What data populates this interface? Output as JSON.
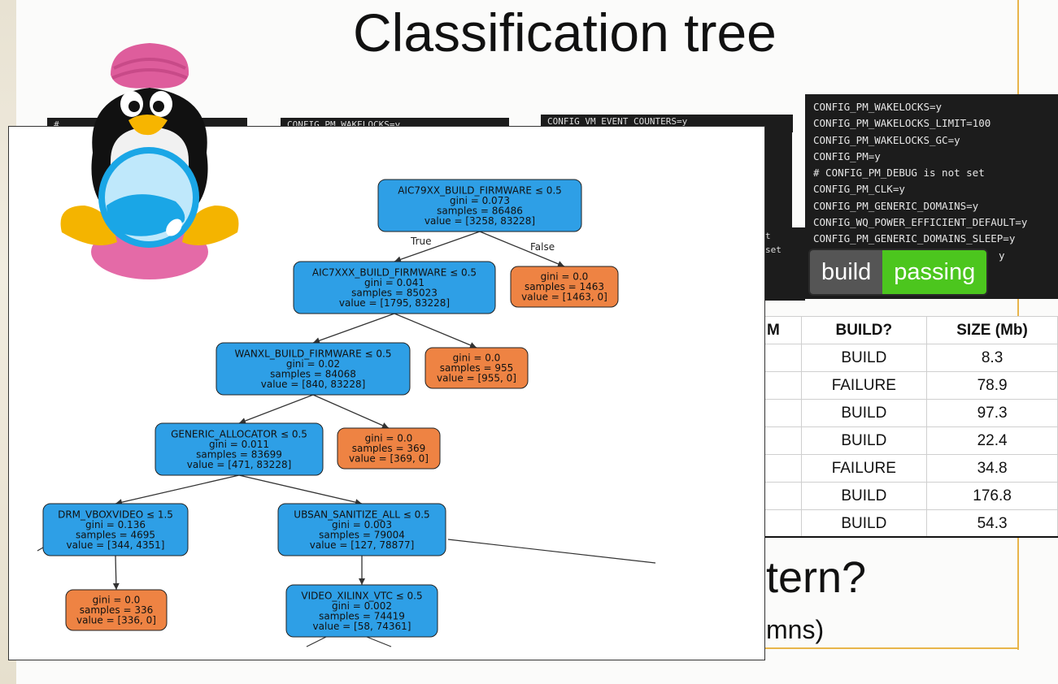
{
  "slide": {
    "title": "Classification tree",
    "bg_heading_fragment": "tern?",
    "bg_subtext_fragment": "mns)"
  },
  "terminal": {
    "lines": [
      "CONFIG_PM_WAKELOCKS=y",
      "CONFIG_PM_WAKELOCKS_LIMIT=100",
      "CONFIG_PM_WAKELOCKS_GC=y",
      "CONFIG_PM=y",
      "# CONFIG_PM_DEBUG is not set",
      "CONFIG_PM_CLK=y",
      "CONFIG_PM_GENERIC_DOMAINS=y",
      "CONFIG_WQ_POWER_EFFICIENT_DEFAULT=y",
      "CONFIG_PM_GENERIC_DOMAINS_SLEEP=y",
      "y"
    ],
    "strip1": "#",
    "strip2": "CONFIG_PM_WAKELOCKS=y",
    "strip3": "CONFIG_VM_EVENT_COUNTERS=y",
    "back_fragment_1": "t",
    "back_fragment_2": "set"
  },
  "badge": {
    "left": "build",
    "right": "passing",
    "left_color": "#555555",
    "right_color": "#4cc61e"
  },
  "table": {
    "headers": [
      "M",
      "BUILD?",
      "SIZE (Mb)"
    ],
    "rows": [
      [
        "BUILD",
        "8.3"
      ],
      [
        "FAILURE",
        "78.9"
      ],
      [
        "BUILD",
        "97.3"
      ],
      [
        "BUILD",
        "22.4"
      ],
      [
        "FAILURE",
        "34.8"
      ],
      [
        "BUILD",
        "176.8"
      ],
      [
        "BUILD",
        "54.3"
      ]
    ]
  },
  "tree": {
    "colors": {
      "blue": "#2e9fe6",
      "orange": "#ee8343"
    },
    "edge_labels": {
      "true": "True",
      "false": "False"
    },
    "nodes": [
      {
        "id": "n0",
        "cls": "blue",
        "lines": [
          "AIC79XX_BUILD_FIRMWARE ≤ 0.5",
          "gini = 0.073",
          "samples = 86486",
          "value = [3258, 83228]"
        ]
      },
      {
        "id": "n1",
        "cls": "blue",
        "lines": [
          "AIC7XXX_BUILD_FIRMWARE ≤ 0.5",
          "gini = 0.041",
          "samples = 85023",
          "value = [1795, 83228]"
        ]
      },
      {
        "id": "n2",
        "cls": "orange",
        "lines": [
          "gini = 0.0",
          "samples = 1463",
          "value = [1463, 0]"
        ]
      },
      {
        "id": "n3",
        "cls": "blue",
        "lines": [
          "WANXL_BUILD_FIRMWARE ≤ 0.5",
          "gini = 0.02",
          "samples = 84068",
          "value = [840, 83228]"
        ]
      },
      {
        "id": "n4",
        "cls": "orange",
        "lines": [
          "gini = 0.0",
          "samples = 955",
          "value = [955, 0]"
        ]
      },
      {
        "id": "n5",
        "cls": "blue",
        "lines": [
          "GENERIC_ALLOCATOR ≤ 0.5",
          "gini = 0.011",
          "samples = 83699",
          "value = [471, 83228]"
        ]
      },
      {
        "id": "n6",
        "cls": "orange",
        "lines": [
          "gini = 0.0",
          "samples = 369",
          "value = [369, 0]"
        ]
      },
      {
        "id": "n7",
        "cls": "blue",
        "lines": [
          "DRM_VBOXVIDEO ≤ 1.5",
          "gini = 0.136",
          "samples = 4695",
          "value = [344, 4351]"
        ]
      },
      {
        "id": "n8",
        "cls": "blue",
        "lines": [
          "UBSAN_SANITIZE_ALL ≤ 0.5",
          "gini = 0.003",
          "samples = 79004",
          "value = [127, 78877]"
        ]
      },
      {
        "id": "n9",
        "cls": "orange",
        "lines": [
          "gini = 0.0",
          "samples = 336",
          "value = [336, 0]"
        ]
      },
      {
        "id": "n10",
        "cls": "blue",
        "lines": [
          "VIDEO_XILINX_VTC ≤ 0.5",
          "gini = 0.002",
          "samples = 74419",
          "value = [58, 74361]"
        ]
      }
    ],
    "edges": [
      [
        "n0",
        "n1"
      ],
      [
        "n0",
        "n2"
      ],
      [
        "n1",
        "n3"
      ],
      [
        "n1",
        "n4"
      ],
      [
        "n3",
        "n5"
      ],
      [
        "n3",
        "n6"
      ],
      [
        "n5",
        "n7"
      ],
      [
        "n5",
        "n8"
      ],
      [
        "n7",
        "n9"
      ],
      [
        "n8",
        "n10"
      ]
    ]
  }
}
